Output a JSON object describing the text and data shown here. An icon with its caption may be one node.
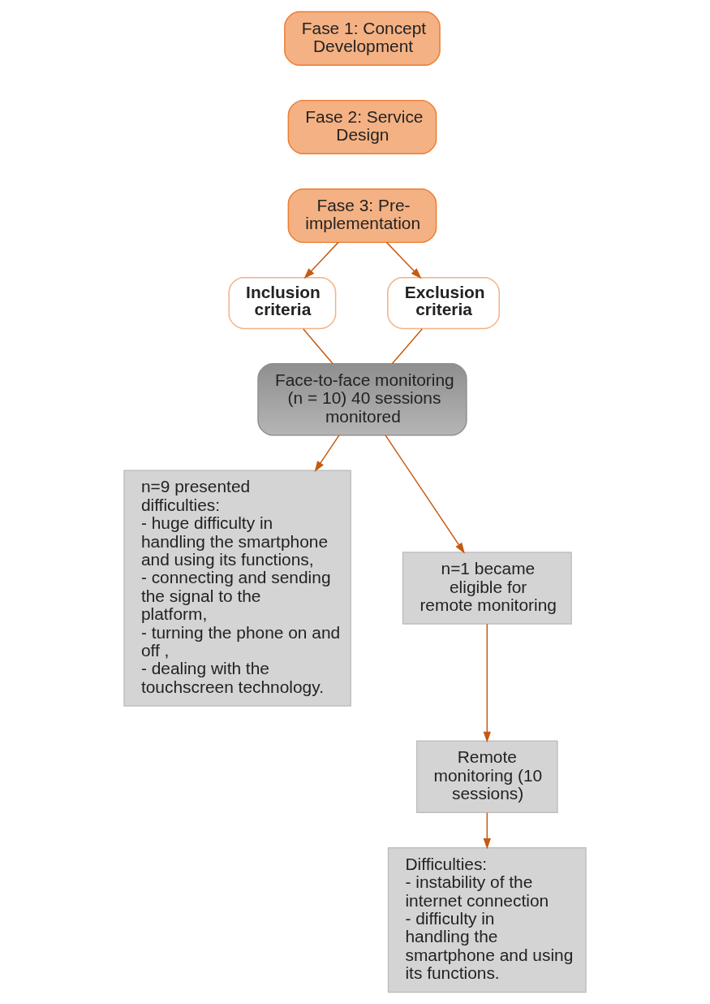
{
  "diagram": {
    "nodes": [
      {
        "text": [
          "Fase 1: Concept Development"
        ]
      },
      {
        "text": [
          "Fase 2: Service Design"
        ]
      },
      {
        "text": [
          "Fase 3: Pre-implementation"
        ]
      },
      {
        "text": [
          "Inclusion criteria"
        ]
      },
      {
        "text": [
          "Exclusion criteria"
        ]
      },
      {
        "text": [
          "Face-to-face monitoring (n = 10) 40 sessions monitored"
        ]
      },
      {
        "text": [
          "n=9 presented difficulties:",
          "- huge difficulty in handling the smartphone and using its functions,",
          "- connecting and sending the signal to the platform,",
          "- turning the phone on and off ,",
          "- dealing with the touchscreen technology."
        ]
      },
      {
        "text": [
          "n=1 became eligible for remote monitoring"
        ]
      },
      {
        "text": [
          "Remote monitoring (10 sessions)"
        ]
      },
      {
        "text": [
          "Difficulties:",
          "- instability of the internet connection",
          "- difficulty in handling the smartphone and using its functions."
        ]
      }
    ],
    "edges": [
      {
        "from": 2,
        "to": 3,
        "arrow": "to"
      },
      {
        "from": 2,
        "to": 4,
        "arrow": "to"
      },
      {
        "from": 3,
        "to": 5,
        "arrow": "none"
      },
      {
        "from": 4,
        "to": 5,
        "arrow": "none"
      },
      {
        "from": 5,
        "to": 6,
        "arrow": "to"
      },
      {
        "from": 5,
        "to": 7,
        "arrow": "to"
      },
      {
        "from": 7,
        "to": 8,
        "arrow": "to"
      },
      {
        "from": 8,
        "to": 9,
        "arrow": "to"
      }
    ]
  }
}
